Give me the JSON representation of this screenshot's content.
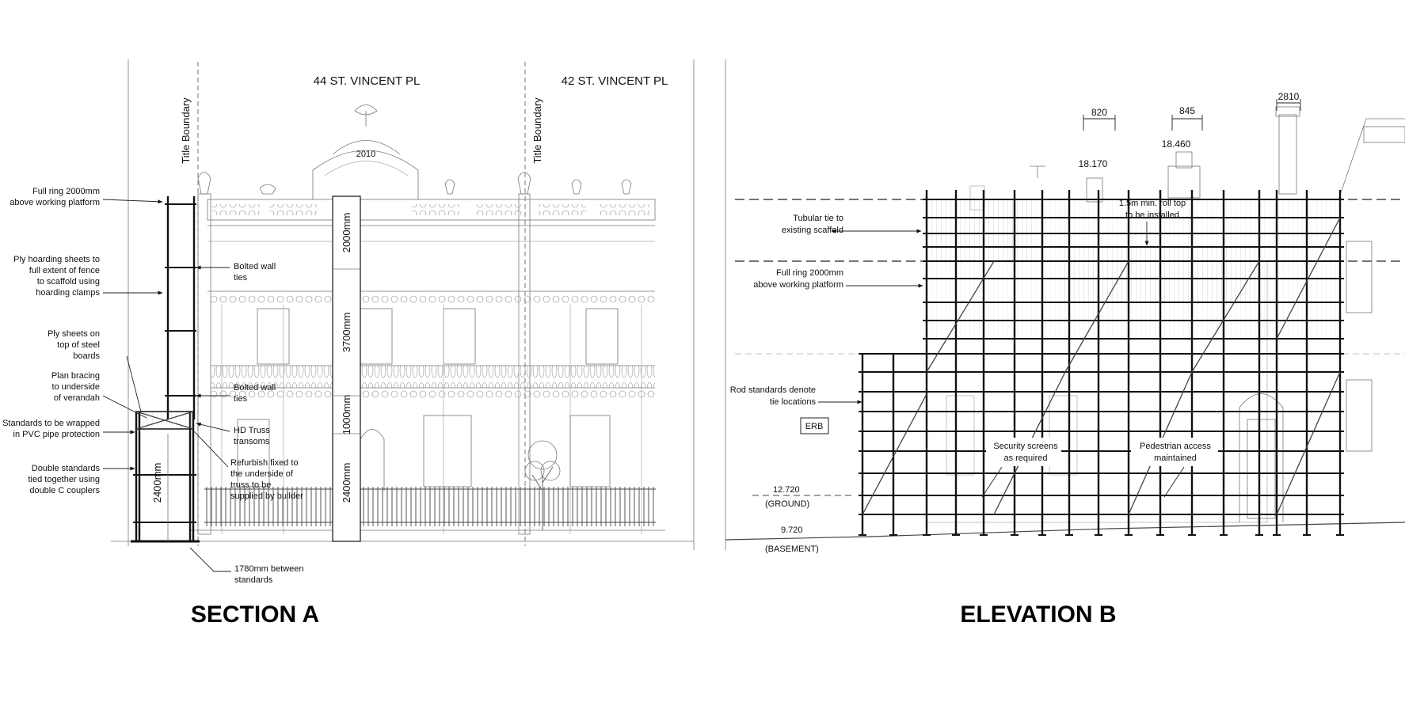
{
  "sections": {
    "section_a": {
      "title": "SECTION A",
      "addresses": [
        "44 ST. VINCENT PL",
        "42 ST. VINCENT PL"
      ],
      "boundary_label": "Title Boundary",
      "annotations": {
        "full_ring": [
          "Full ring 2000mm",
          "above working platform"
        ],
        "ply_hoarding": [
          "Ply hoarding sheets to",
          "full extent of fence",
          "to scaffold using",
          "hoarding clamps"
        ],
        "ply_sheets": [
          "Ply sheets on",
          "top of steel",
          "boards"
        ],
        "plan_bracing": [
          "Plan bracing",
          "to underside",
          "of verandah"
        ],
        "standards_wrapped": [
          "Standards to be wrapped",
          "in PVC pipe protection"
        ],
        "double_standards": [
          "Double standards",
          "tied together using",
          "double C couplers"
        ],
        "bolted_upper": [
          "Bolted wall",
          "ties"
        ],
        "bolted_lower": [
          "Bolted wall",
          "ties"
        ],
        "hd_truss": [
          "HD Truss",
          "transoms"
        ],
        "refurbish": [
          "Refurbish fixed to",
          "the underside of",
          "truss to be",
          "supplied by builder"
        ],
        "between_standards": [
          "1780mm between",
          "standards"
        ]
      },
      "dimensions": [
        "2000mm",
        "3700mm",
        "1000mm",
        "2400mm",
        "2400mm"
      ],
      "plaque": "2010"
    },
    "elevation_b": {
      "title": "ELEVATION B",
      "annotations": {
        "tubular_tie": [
          "Tubular tie to",
          "existing scaffold"
        ],
        "full_ring": [
          "Full ring 2000mm",
          "above working platform"
        ],
        "rod_standards": [
          "Rod standards denote",
          "tie locations"
        ],
        "roll_top": [
          "1.5m min. roll top",
          "to be installed"
        ],
        "security": [
          "Security screens",
          "as required"
        ],
        "pedestrian": [
          "Pedestrian access",
          "maintained"
        ]
      },
      "erb_tag": "ERB",
      "dimensions": [
        "820",
        "845",
        "2810",
        "18.460",
        "18.170"
      ],
      "levels": {
        "ground_value": "12.720",
        "ground_label": "(GROUND)",
        "basement_value": "9.720",
        "basement_label": "(BASEMENT)"
      }
    }
  }
}
